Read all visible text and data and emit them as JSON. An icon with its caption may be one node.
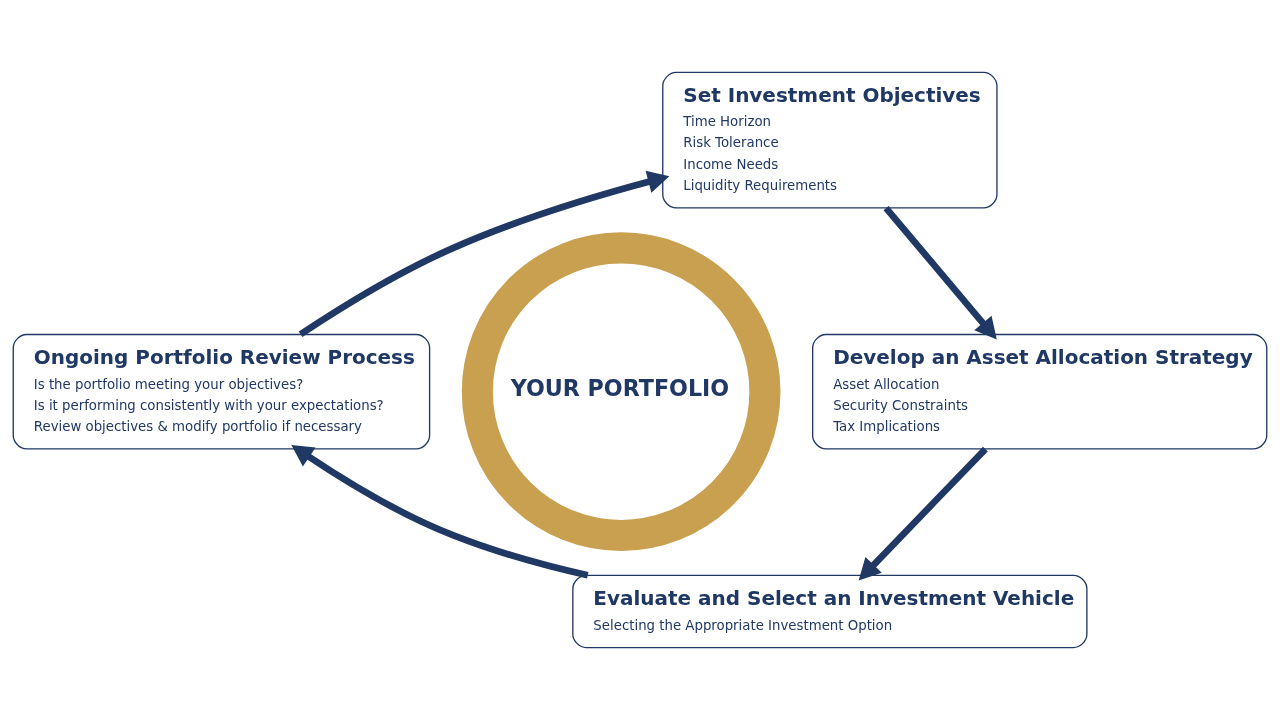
{
  "diagram": {
    "nodes": [
      {
        "text": [
          "YOUR PORTFOLIO"
        ]
      },
      {
        "text": [
          "Set Investment Objectives",
          "Time Horizon",
          "Risk Tolerance",
          "Income Needs",
          "Liquidity Requirements"
        ]
      },
      {
        "text": [
          "Develop an Asset Allocation Strategy",
          "Asset Allocation",
          "Security Constraints",
          "Tax Implications"
        ]
      },
      {
        "text": [
          "Evaluate and Select an Investment Vehicle",
          "Selecting the Appropriate Investment Option"
        ]
      },
      {
        "text": [
          "Ongoing Portfolio Review Process",
          "Is the portfolio meeting your objectives?",
          "Is it performing consistently with your expectations?",
          "Review objectives & modify portfolio if necessary"
        ]
      }
    ],
    "edges": [
      {
        "from": 1,
        "to": 2,
        "arrow": "to"
      },
      {
        "from": 2,
        "to": 3,
        "arrow": "to"
      },
      {
        "from": 3,
        "to": 4,
        "arrow": "to"
      },
      {
        "from": 4,
        "to": 1,
        "arrow": "to"
      }
    ]
  }
}
